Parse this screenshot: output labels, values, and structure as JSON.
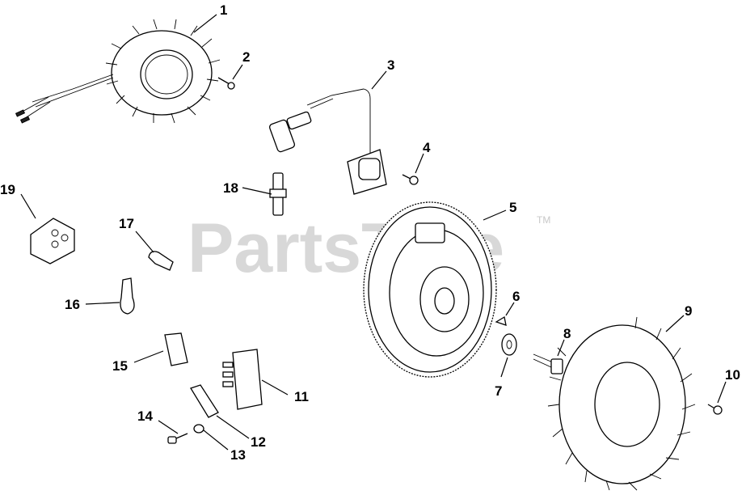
{
  "watermark": {
    "text": "PartsTree",
    "trademark": "TM"
  },
  "callouts": [
    "1",
    "2",
    "3",
    "4",
    "5",
    "6",
    "7",
    "8",
    "9",
    "10",
    "11",
    "12",
    "13",
    "14",
    "15",
    "16",
    "17",
    "18",
    "19"
  ]
}
